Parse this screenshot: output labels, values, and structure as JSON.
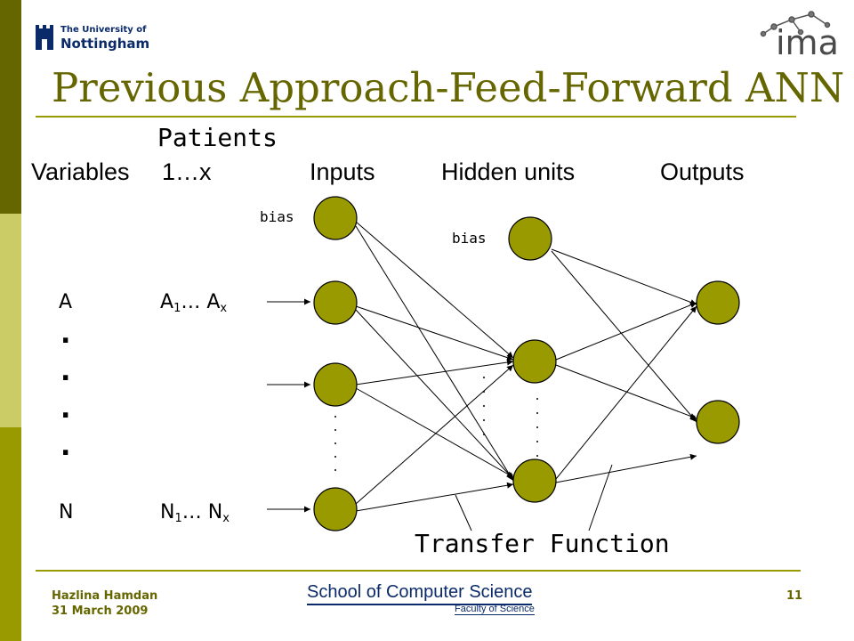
{
  "logo": {
    "university_line1": "The University of",
    "university_line2": "Nottingham",
    "ima_text": "ima"
  },
  "title": "Previous Approach-Feed-Forward ANN",
  "headers": {
    "patients": "Patients",
    "variables": "Variables",
    "range": "1…x",
    "inputs": "Inputs",
    "hidden": "Hidden units",
    "outputs": "Outputs"
  },
  "labels": {
    "bias_input": "bias",
    "bias_hidden": "bias",
    "row_a": "A",
    "row_a_values_1": "A",
    "row_a_sub_1": "1",
    "row_a_ellipsis": "… A",
    "row_a_sub_x": "x",
    "row_n": "N",
    "row_n_values_1": "N",
    "row_n_sub_1": "1",
    "row_n_ellipsis": "… N",
    "row_n_sub_x": "x",
    "dot": ".",
    "transfer_function": "Transfer Function"
  },
  "footer": {
    "author": "Hazlina Hamdan",
    "date": "31 March 2009",
    "school": "School of Computer Science",
    "faculty": "Faculty of Science",
    "page": "11"
  },
  "colors": {
    "node_fill": "#999900",
    "title": "#666600",
    "accent_bar_dark": "#666600",
    "accent_bar_light": "#cccc66",
    "accent_bar_mid": "#999900"
  }
}
